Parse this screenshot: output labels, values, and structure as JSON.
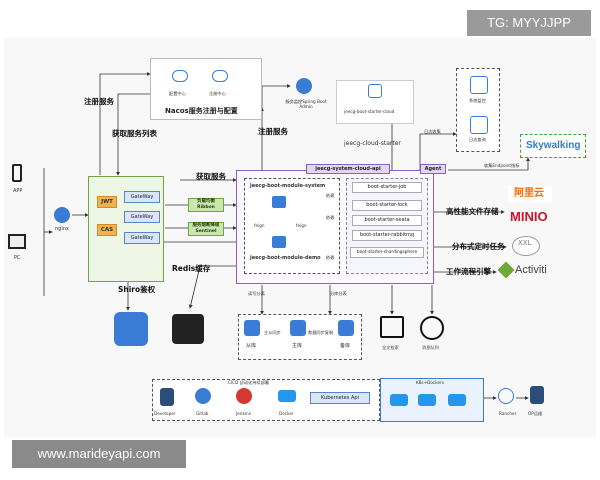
{
  "watermarks": {
    "top": "TG: MYYJJPP",
    "bottom": "www.marideyapi.com"
  },
  "clients": {
    "app": "APP",
    "pc": "PC"
  },
  "nginx": "nginx",
  "auth": {
    "jwt": "JWT",
    "cas": "CAS",
    "gateways": [
      "GateWay",
      "GateWay",
      "GateWay"
    ]
  },
  "nacos": {
    "title": "Nacos服务注册与配置",
    "config_center": "配置中心",
    "registry": "注册中心"
  },
  "spring_admin": "服务监控Spring Boot Admin",
  "cloud_starter": {
    "box": "jeecg-boot-starter-cloud",
    "label": "jeecg-cloud-starter"
  },
  "edge_labels": {
    "register1": "注册服务",
    "fetch_list": "获取服务列表",
    "register2": "注册服务",
    "fetch_service": "获取服务",
    "redis_cache": "Redis缓存",
    "shiro": "Shiro鉴权",
    "log_collect": "日志收集",
    "collect_endpoint": "收集Endpoint指标",
    "file_storage": "高性能文件存储",
    "distributed_task": "分布式定时任务",
    "workflow": "工作流程引擎",
    "depend1": "依赖",
    "depend2": "依赖",
    "depend3": "依赖",
    "read_split": "读写分离",
    "shard": "分库分表",
    "master_slave": "主从同步",
    "sync_replicate": "数据同步复制",
    "feign1": "feign",
    "feign2": "feign"
  },
  "lb": {
    "ribbon": "负载均衡 Ribbon",
    "sentinel": "服务熔断降级 Sentinel"
  },
  "cloud_api": {
    "title": "jeecg-system-cloud-api",
    "agent": "Agent"
  },
  "modules": {
    "system": "jeecg-boot-module-system",
    "demo": "jeecg-boot-module-demo"
  },
  "starters": [
    "boot-starter-job",
    "boot-starter-lock",
    "boot-starter-seata",
    "boot-starter-rabbitmq",
    "boot-starter-shardingsphere"
  ],
  "monitor": {
    "system_monitor": "系统监控",
    "log_query": "日志查询"
  },
  "skywalking": "Skywalking",
  "aliyun": "阿里云",
  "minio": "MINIO",
  "xxl": "XXL",
  "activiti": "Activiti",
  "db": {
    "slave": "从库",
    "master": "主库",
    "backup": "备库"
  },
  "mq": {
    "search": "全文检索",
    "queue": "消息队列"
  },
  "devops": {
    "developer": "Developer",
    "gitlab": "Gitlab",
    "jenkins": "Jenkins",
    "docker": "Docker",
    "k8s_api": "Kubernetes Api",
    "k8s_title": "K8s+Dockers",
    "rancher": "Rancher",
    "op": "OP运维",
    "ci_title": "CICD 自动化持续部署"
  },
  "colors": {
    "accent": "#3a7bd5",
    "green": "#6ca744",
    "orange": "#f2b14f",
    "purple": "#8a5fc7",
    "skywalking": "#2d7fc1",
    "minio": "#c8182d",
    "activiti": "#6fa83a"
  }
}
